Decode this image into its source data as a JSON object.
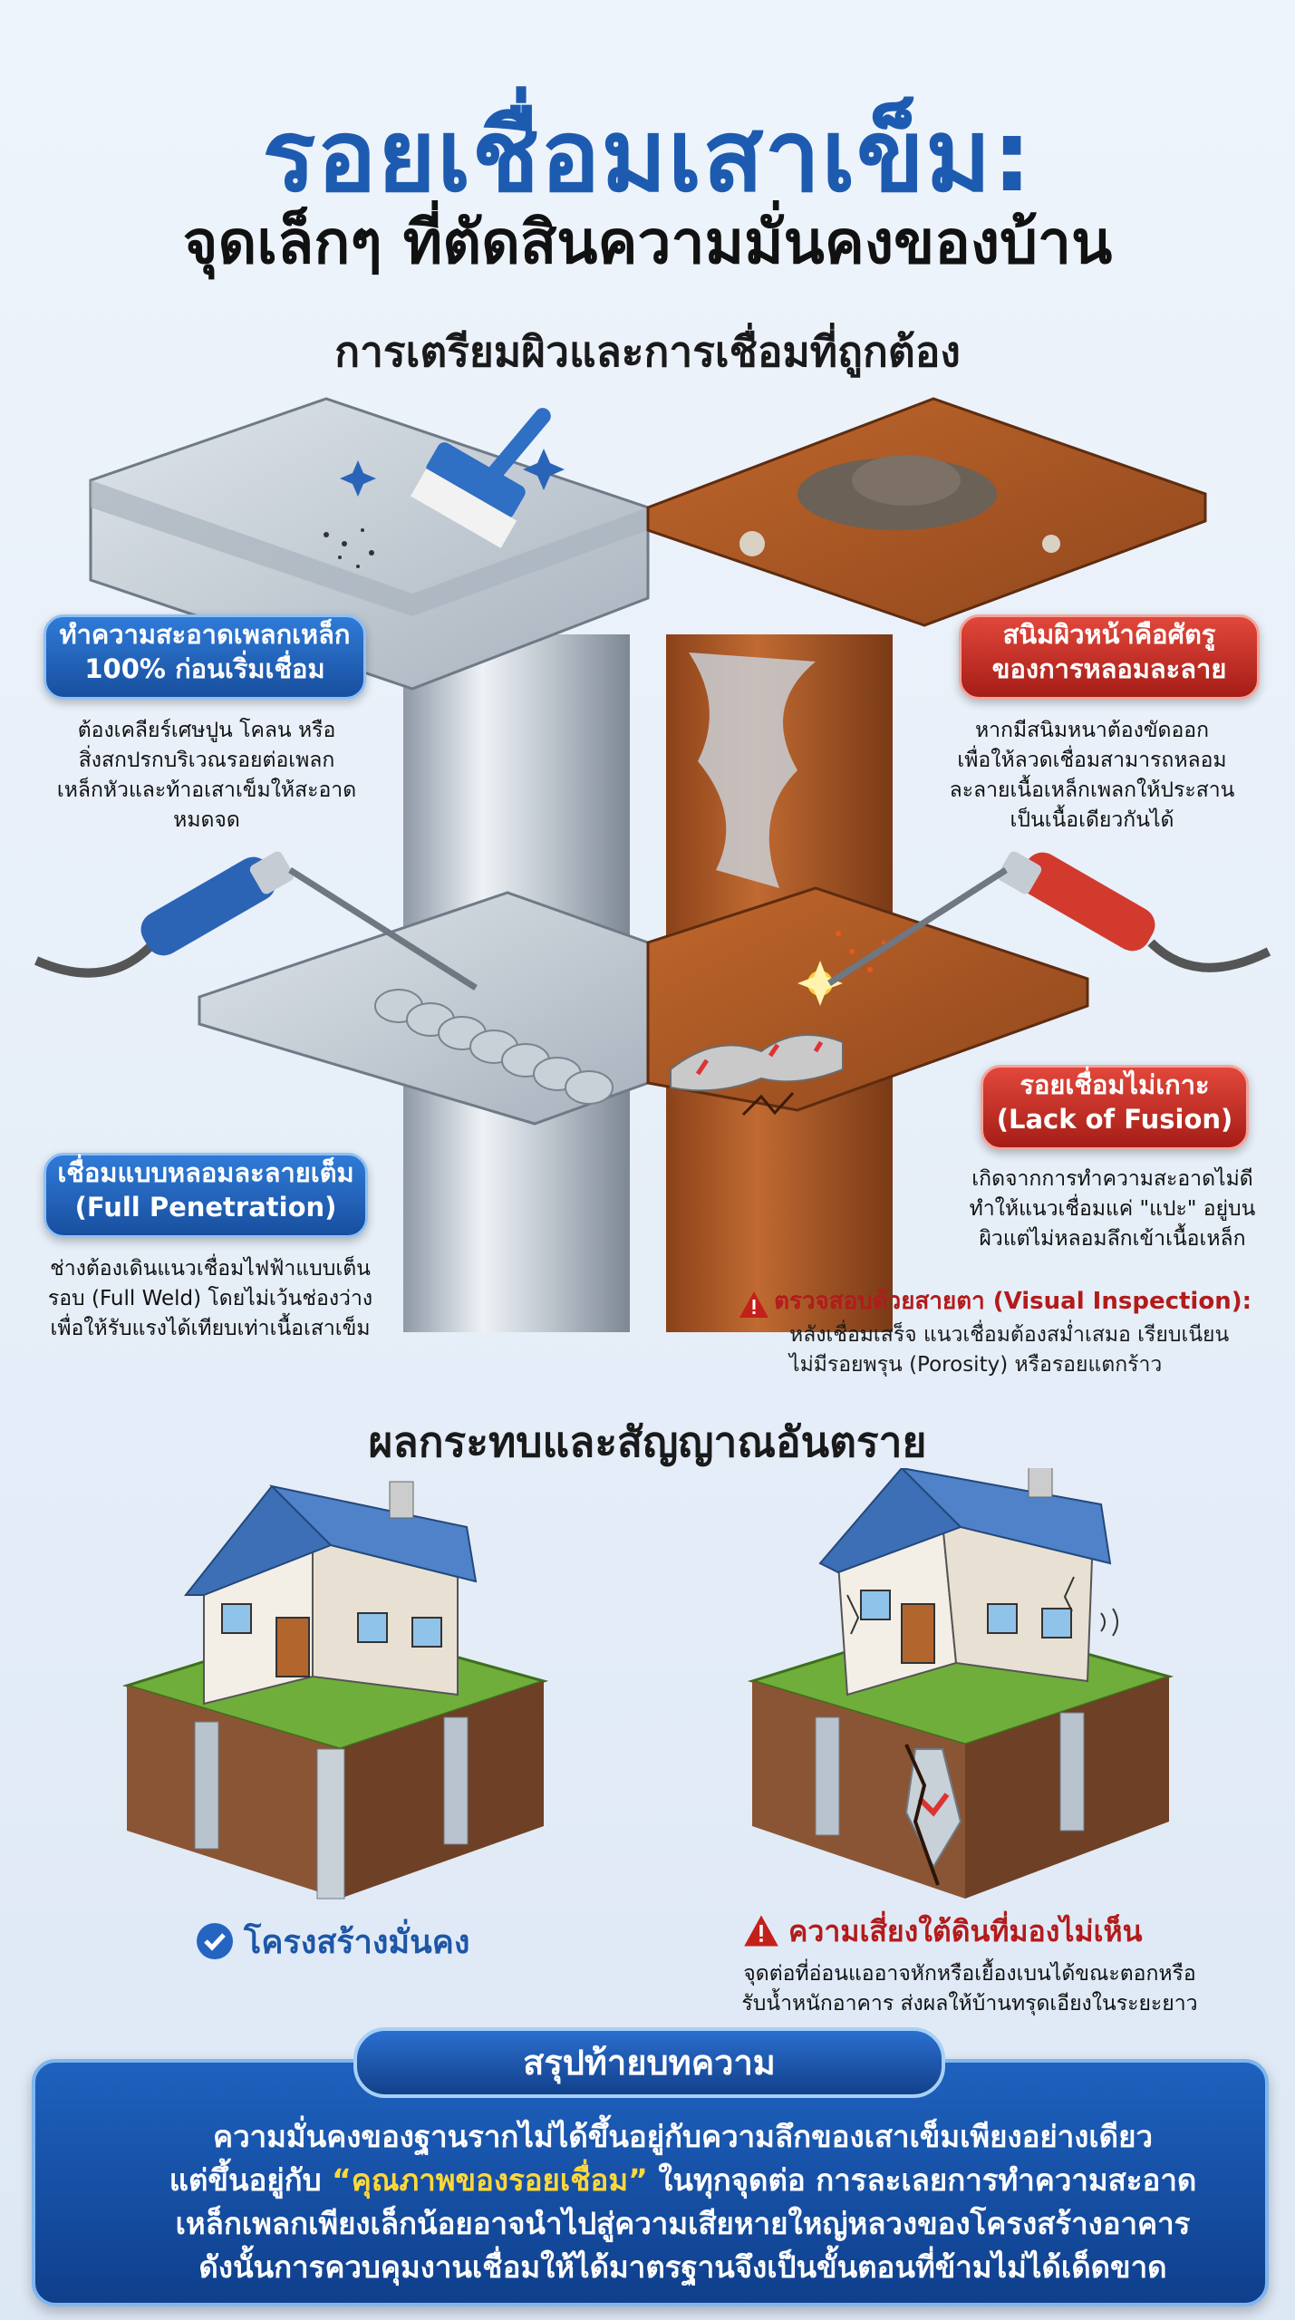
{
  "title": {
    "line1": "รอยเชื่อมเสาเข็ม:",
    "line2": "จุดเล็กๆ ที่ตัดสินความมั่นคงของบ้าน"
  },
  "section1": {
    "heading": "การเตรียมผิวและการเชื่อมที่ถูกต้อง",
    "clean": {
      "pill_line1": "ทำความสะอาดเพลกเหล็ก",
      "pill_line2": "100% ก่อนเริ่มเชื่อม",
      "desc": [
        "ต้องเคลียร์เศษปูน โคลน หรือ",
        "สิ่งสกปรกบริเวณรอยต่อเพลก",
        "เหล็กหัวและท้าอเสาเข็มให้สะอาด",
        "หมดจด"
      ]
    },
    "rust": {
      "pill_line1": "สนิมผิวหน้าคือศัตรู",
      "pill_line2": "ของการหลอมละลาย",
      "desc": [
        "หากมีสนิมหนาต้องขัดออก",
        "เพื่อให้ลวดเชื่อมสามารถหลอม",
        "ละลายเนื้อเหล็กเพลกให้ประสาน",
        "เป็นเนื้อเดียวกันได้"
      ]
    },
    "full_pen": {
      "pill_line1": "เชื่อมแบบหลอมละลายเต็ม",
      "pill_line2": "(Full Penetration)",
      "desc": [
        "ช่างต้องเดินแนวเชื่อมไฟฟ้าแบบเต็น",
        "รอบ (Full Weld) โดยไม่เว้นช่องว่าง",
        "เพื่อให้รับแรงได้เทียบเท่าเนื้อเสาเข็ม"
      ]
    },
    "lack_fusion": {
      "pill_line1": "รอยเชื่อมไม่เกาะ",
      "pill_line2": "(Lack of Fusion)",
      "desc": [
        "เกิดจากการทำความสะอาดไม่ดี",
        "ทำให้แนวเชื่อมแค่ \"แปะ\" อยู่บน",
        "ผิวแต่ไม่หลอมลึกเข้าเนื้อเหล็ก"
      ]
    },
    "visual_inspection": {
      "title": "ตรวจสอบด้วยสายตา (Visual Inspection):",
      "desc": [
        "หลังเชื่อมเสร็จ แนวเชื่อมต้องสม่ำเสมอ เรียบเนียน",
        "ไม่มีรอยพรุน (Porosity) หรือรอยแตกร้าว"
      ]
    }
  },
  "section2": {
    "heading": "ผลกระทบและสัญญาณอันตราย",
    "good_label": "โครงสร้างมั่นคง",
    "bad_label": "ความเสี่ยงใต้ดินที่มองไม่เห็น",
    "bad_desc": [
      "จุดต่อที่อ่อนแออาจหักหรือเยื้องเบนได้ขณะตอกหรือ",
      "รับน้ำหนักอาคาร ส่งผลให้บ้านทรุดเอียงในระยะยาว"
    ]
  },
  "summary": {
    "heading": "สรุปท้ายบทความ",
    "line1": "ความมั่นคงของฐานรากไม่ได้ขึ้นอยู่กับความลึกของเสาเข็มเพียงอย่างเดียว",
    "line2_pre": "แต่ขึ้นอยู่กับ ",
    "line2_hl": "“คุณภาพของรอยเชื่อม”",
    "line2_post": " ในทุกจุดต่อ การละเลยการทำความสะอาด",
    "line3": "เหล็กเพลกเพียงเล็กน้อยอาจนำไปสู่ความเสียหายใหญ่หลวงของโครงสร้างอาคาร",
    "line4": "ดังนั้นการควบคุมงานเชื่อมให้ได้มาตรฐานจึงเป็นขั้นตอนที่ข้ามไม่ได้เด็ดขาด"
  },
  "colors": {
    "title_blue": "#1d5bb0",
    "pill_blue": "#1f62bd",
    "pill_red": "#c62a22",
    "warn_red": "#b31b1b",
    "highlight_yellow": "#ffd83a",
    "steel": "#b9c3ce",
    "rust": "#b45a26",
    "grass": "#6fae3a",
    "soil": "#8a5534"
  }
}
